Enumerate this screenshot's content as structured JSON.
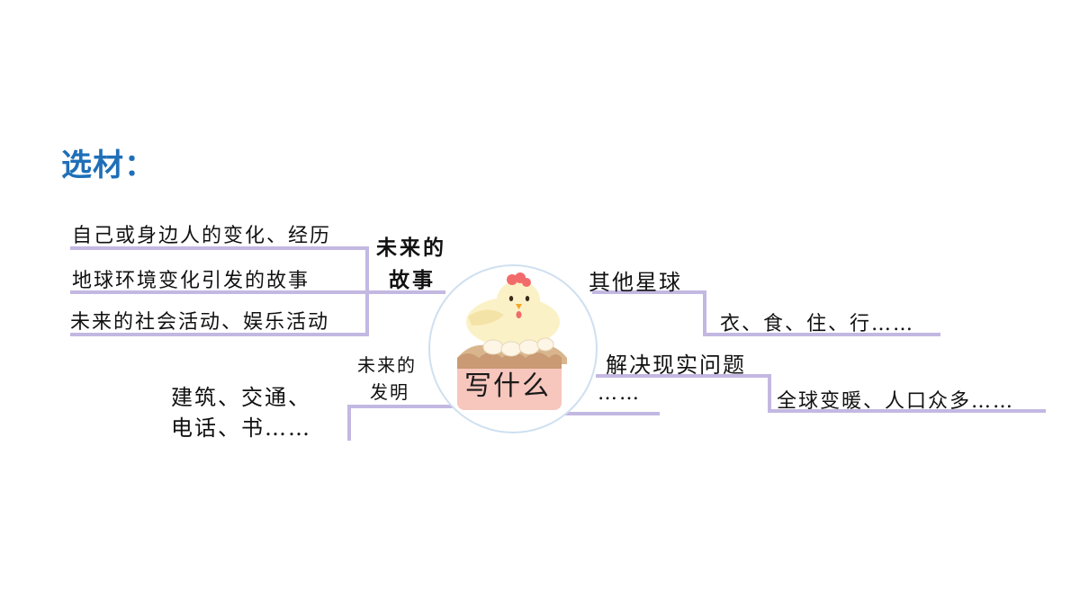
{
  "heading": "选材：",
  "center": {
    "label": "写什么",
    "icon": "chick-in-nest-icon"
  },
  "branches": {
    "story": {
      "label_line1": "未来的",
      "label_line2": "故事",
      "items": [
        "自己或身边人的变化、经历",
        "地球环境变化引发的故事",
        "未来的社会活动、娱乐活动"
      ]
    },
    "invention": {
      "label_line1": "未来的",
      "label_line2": "发明",
      "items_line1": "建筑、交通、",
      "items_line2": "电话、书……"
    },
    "planet": {
      "label": "其他星球",
      "detail": "衣、食、住、行……"
    },
    "problem": {
      "label": "解决现实问题",
      "detail": "全球变暖、人口众多……"
    },
    "more": {
      "label": "……"
    }
  },
  "colors": {
    "heading": "#1f6fb8",
    "lines": "#c3b8e2",
    "circle": "#cfe0f0",
    "box": "#f7c6bd"
  }
}
